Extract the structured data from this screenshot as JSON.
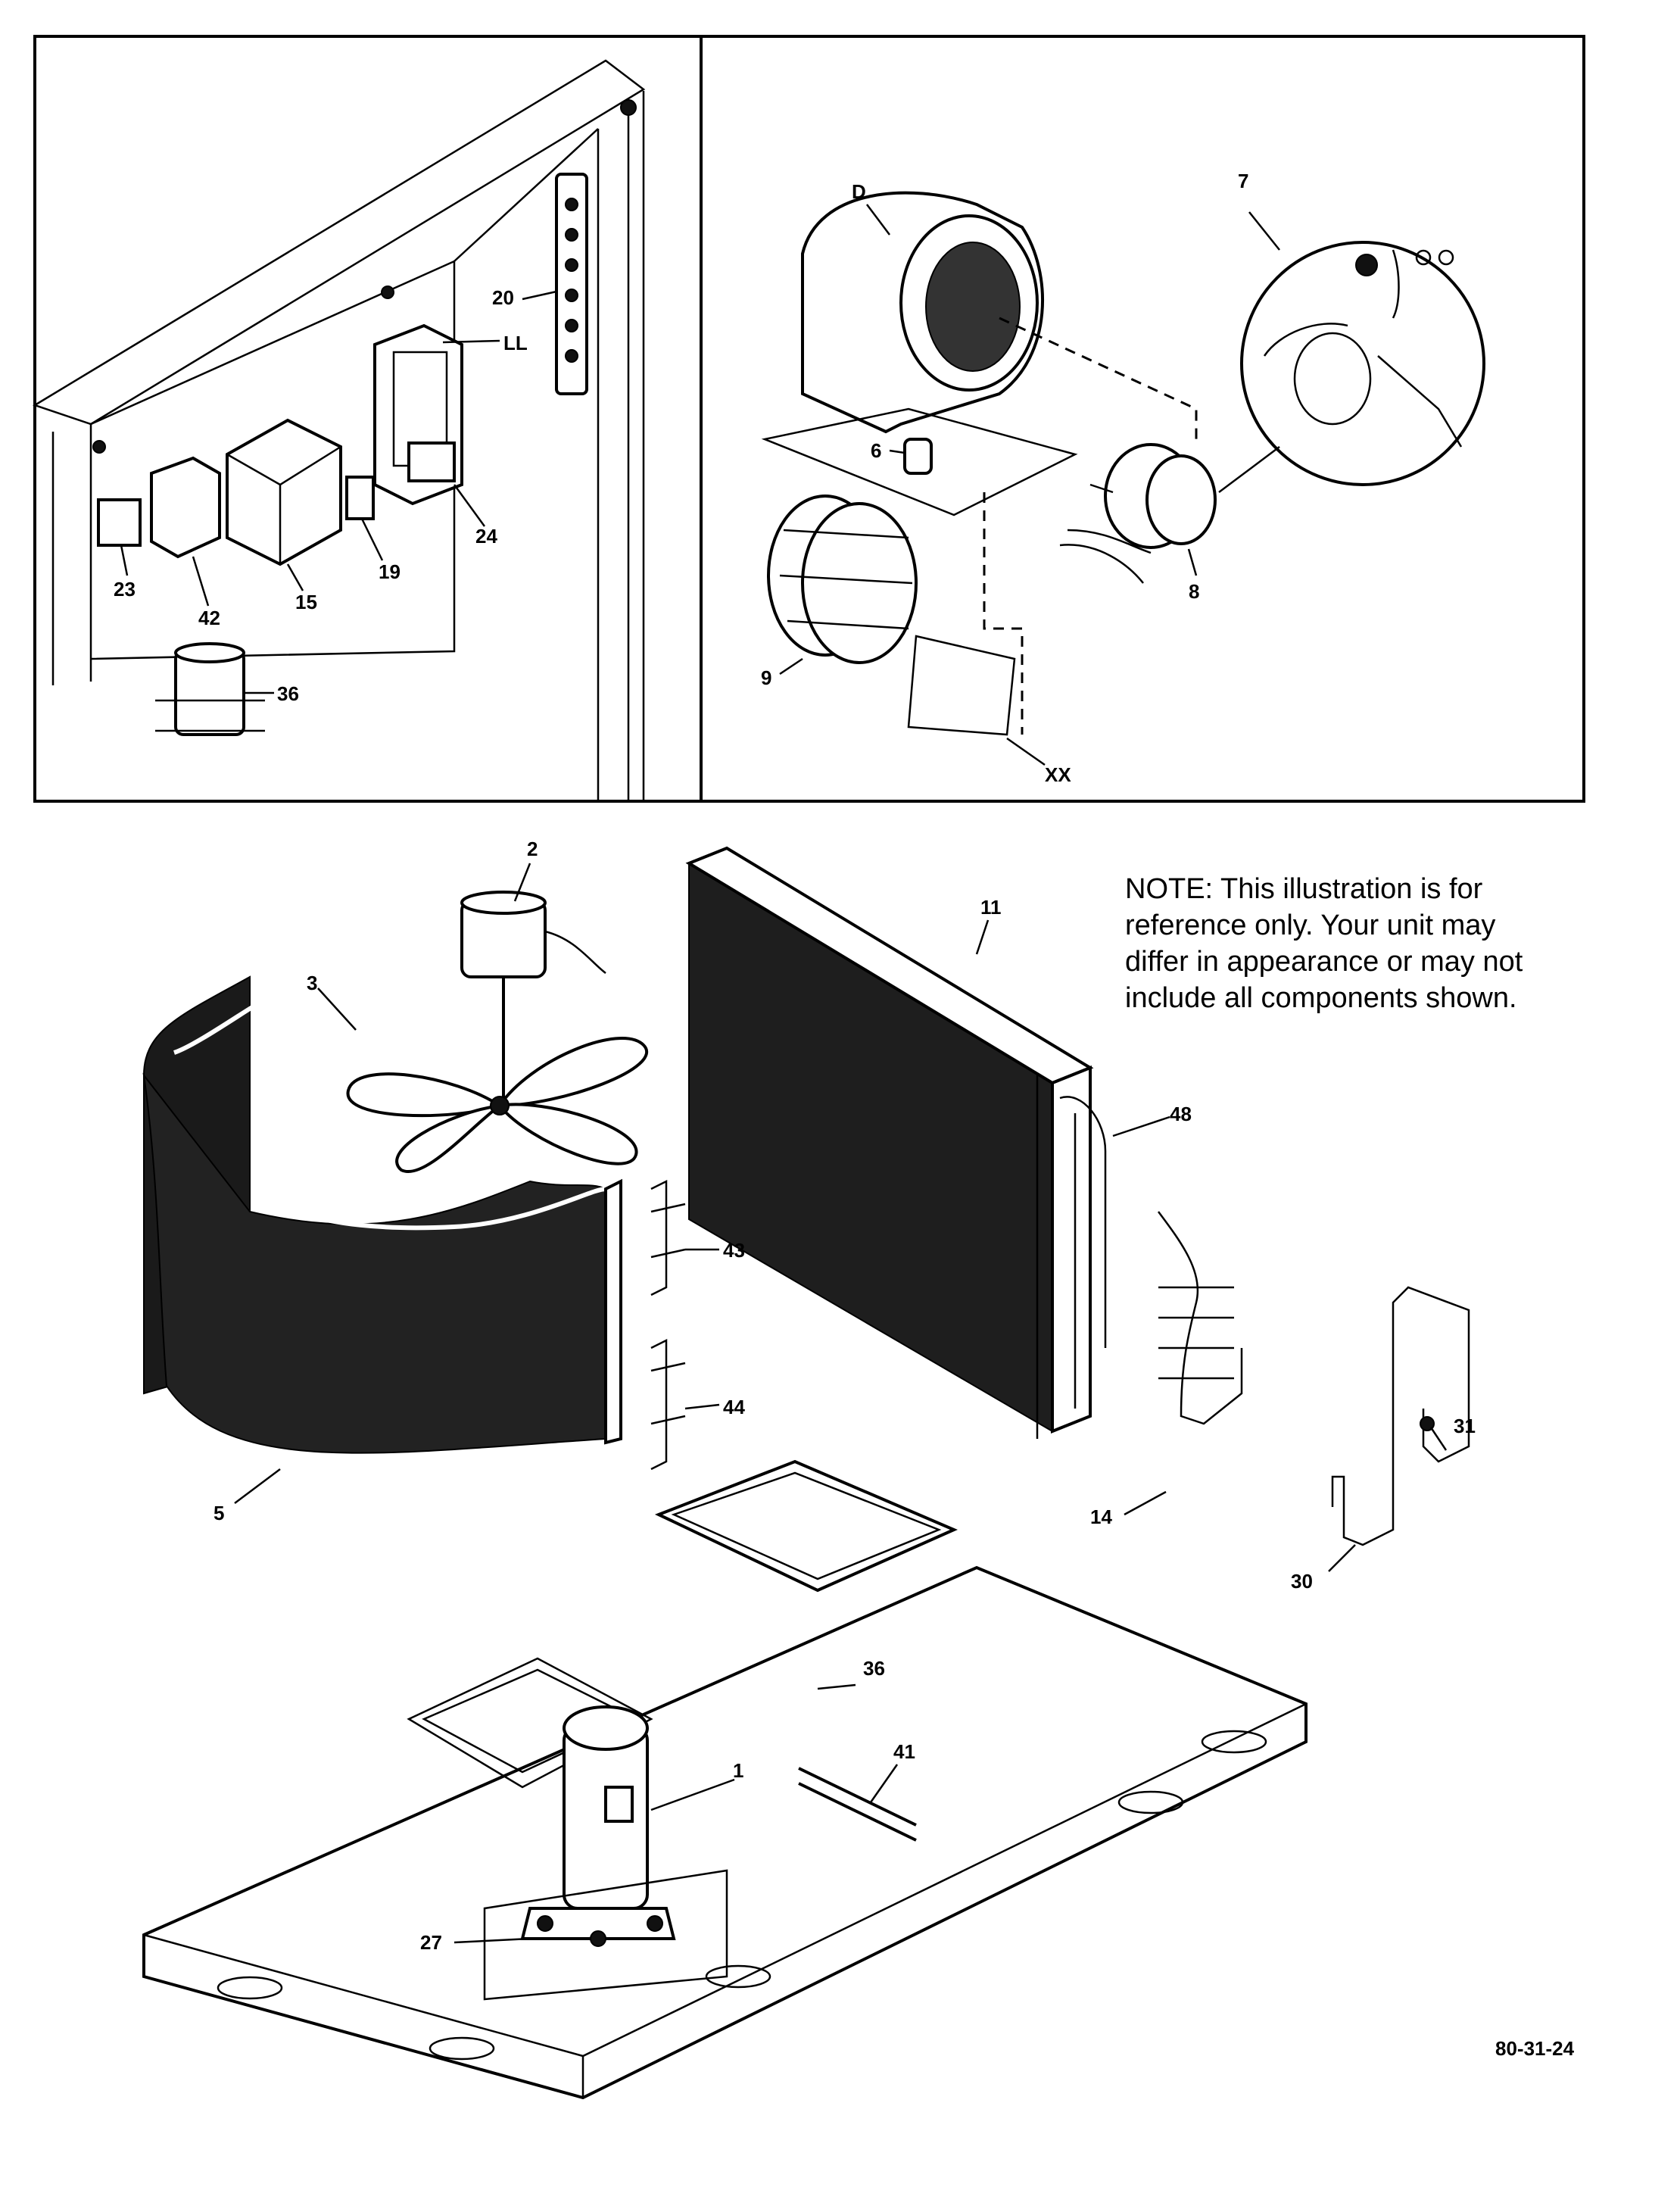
{
  "figure_id": "80-31-24",
  "note": {
    "lines": [
      "NOTE:     This illustration is for",
      "reference only.   Your unit may",
      "differ in appearance or may not",
      "include all components shown."
    ]
  },
  "panels": {
    "control_box": {
      "labels": [
        "20",
        "LL",
        "24",
        "19",
        "15",
        "42",
        "23",
        "36"
      ]
    },
    "blower": {
      "labels": [
        "D",
        "7",
        "6",
        "8",
        "9",
        "XX"
      ]
    },
    "outdoor_unit": {
      "labels": [
        "2",
        "3",
        "11",
        "48",
        "43",
        "44",
        "5",
        "14",
        "31",
        "30",
        "36",
        "41",
        "1",
        "27"
      ]
    }
  }
}
